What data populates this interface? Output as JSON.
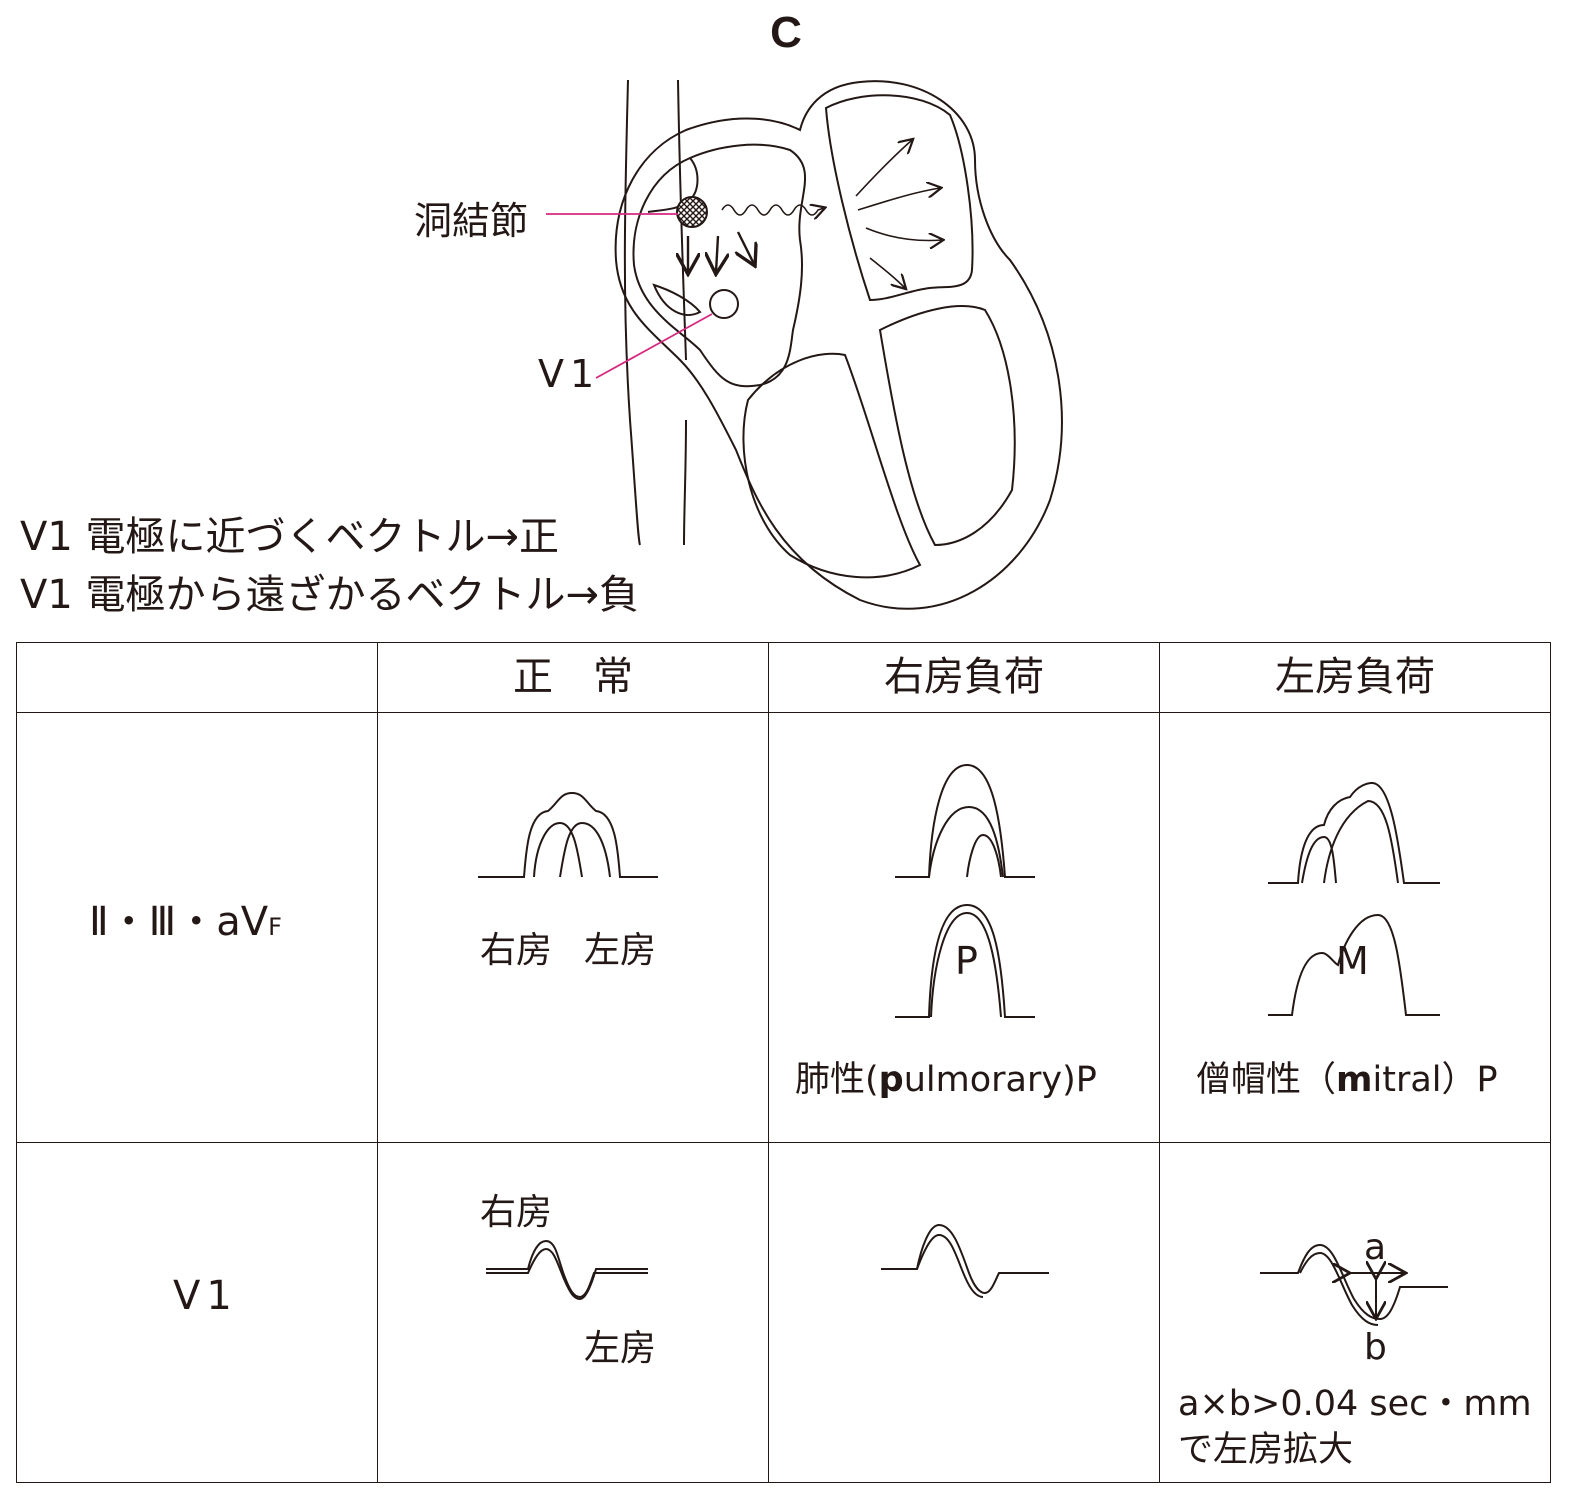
{
  "figure": {
    "label": "C",
    "sa_node_label": "洞結節",
    "v1_label": "V1",
    "accent_color": "#d6287e",
    "caption_line1": "V1 電極に近づくベクトル→正",
    "caption_line2": "V1 電極から遠ざかるベクトル→負"
  },
  "table": {
    "headers": [
      "",
      "正　常",
      "右房負荷",
      "左房負荷"
    ],
    "rows": [
      {
        "lead": "Ⅱ・Ⅲ・aV",
        "lead_sub": "F",
        "normal_labels": [
          "右房",
          "左房"
        ],
        "ra_label_pre": "肺性(",
        "ra_label_bold": "p",
        "ra_label_post": "ulmorary)P",
        "ra_letter": "P",
        "la_label_pre": "僧帽性（",
        "la_label_bold": "m",
        "la_label_post": "itral）P",
        "la_letter": "M"
      },
      {
        "lead": "V1",
        "normal_top_label": "右房",
        "normal_bottom_label": "左房",
        "la_a": "a",
        "la_b": "b",
        "la_note1": "a×b>0.04 sec・mm",
        "la_note2": "で左房拡大"
      }
    ]
  }
}
